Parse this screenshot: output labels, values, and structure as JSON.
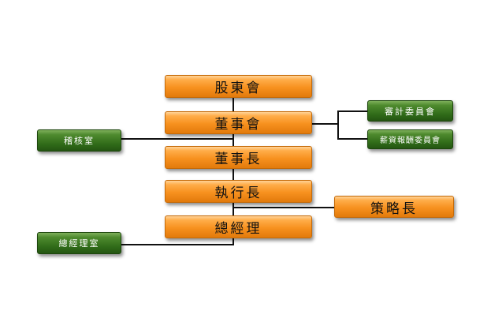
{
  "nodes": {
    "shareholders": "股東會",
    "board": "董事會",
    "chairman": "董事長",
    "ceo": "執行長",
    "general_manager": "總經理",
    "strategy": "策略長",
    "audit_office": "稽核室",
    "gm_office": "總經理室",
    "audit_committee": "審計委員會",
    "compensation_committee": "薪資報酬委員會"
  },
  "colors": {
    "primary_box": "#f7911f",
    "secondary_box": "#2f6a18",
    "connector": "#111111"
  }
}
